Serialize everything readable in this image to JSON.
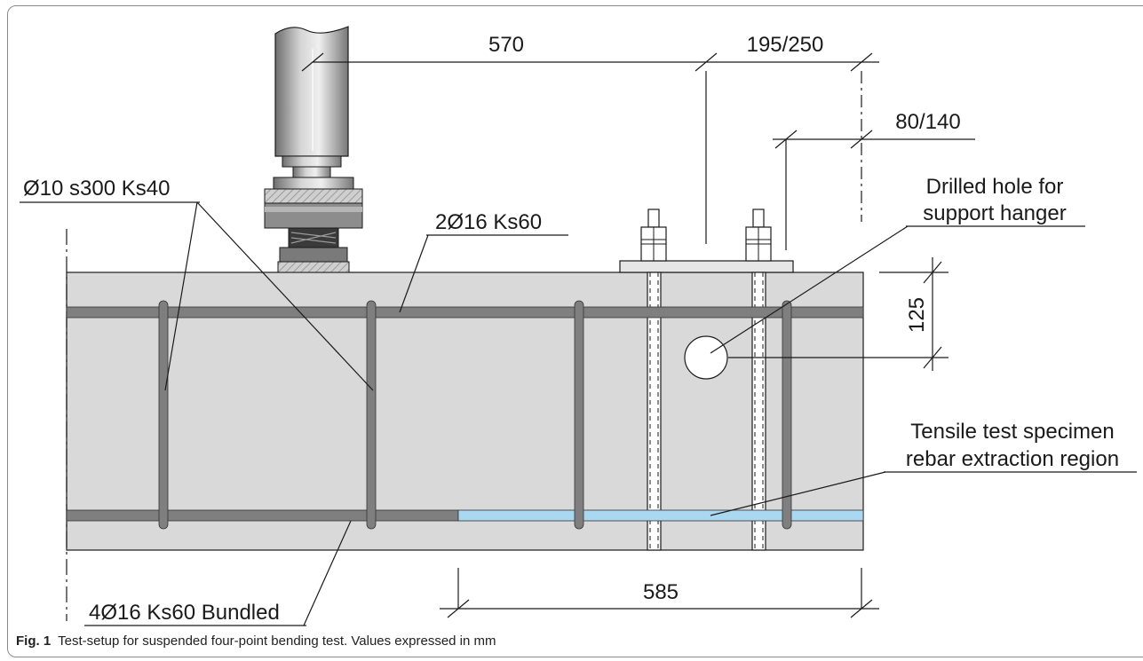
{
  "figure": {
    "labels": {
      "dim_top_left": "570",
      "dim_top_right": "195/250",
      "dim_inner": "80/140",
      "dim_vertical": "125",
      "dim_bottom": "585",
      "stirrup": "Ø10 s300 Ks40",
      "top_rebar": "2Ø16 Ks60",
      "bottom_rebar": "4Ø16 Ks60 Bundled",
      "hole_line1": "Drilled hole for",
      "hole_line2": "support hanger",
      "region_line1": "Tensile test specimen",
      "region_line2": "rebar extraction region"
    },
    "caption": {
      "number": "Fig. 1",
      "text": "Test-setup for suspended four-point bending test. Values expressed in mm"
    },
    "colors": {
      "concrete": "#d9d9d9",
      "rebar": "#7f7f7f",
      "extraction_region": "#a9d8f0",
      "line": "#1a1a1a"
    }
  }
}
